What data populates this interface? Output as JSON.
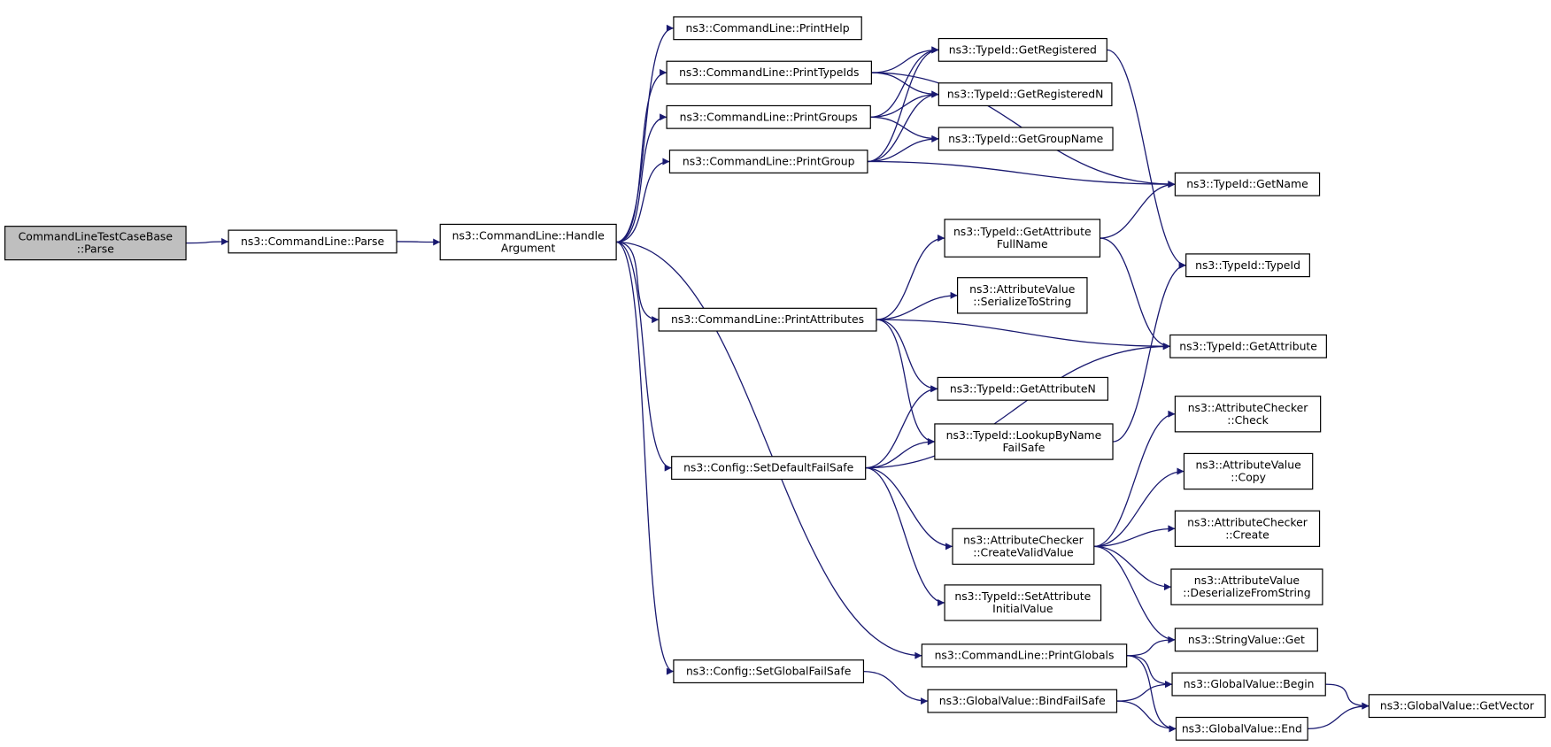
{
  "nodes": [
    {
      "id": "root",
      "lines": [
        "CommandLineTestCaseBase",
        "::Parse"
      ],
      "root": true
    },
    {
      "id": "parse",
      "lines": [
        "ns3::CommandLine::Parse"
      ]
    },
    {
      "id": "handle",
      "lines": [
        "ns3::CommandLine::Handle",
        "Argument"
      ]
    },
    {
      "id": "printhelp",
      "lines": [
        "ns3::CommandLine::PrintHelp"
      ]
    },
    {
      "id": "printtypeids",
      "lines": [
        "ns3::CommandLine::PrintTypeIds"
      ]
    },
    {
      "id": "printgroups",
      "lines": [
        "ns3::CommandLine::PrintGroups"
      ]
    },
    {
      "id": "printgroup",
      "lines": [
        "ns3::CommandLine::PrintGroup"
      ]
    },
    {
      "id": "printattributes",
      "lines": [
        "ns3::CommandLine::PrintAttributes"
      ]
    },
    {
      "id": "setdefault",
      "lines": [
        "ns3::Config::SetDefaultFailSafe"
      ]
    },
    {
      "id": "setglobal",
      "lines": [
        "ns3::Config::SetGlobalFailSafe"
      ]
    },
    {
      "id": "getregistered",
      "lines": [
        "ns3::TypeId::GetRegistered"
      ]
    },
    {
      "id": "getregisteredn",
      "lines": [
        "ns3::TypeId::GetRegisteredN"
      ]
    },
    {
      "id": "getgroupname",
      "lines": [
        "ns3::TypeId::GetGroupName"
      ]
    },
    {
      "id": "getattrfullname",
      "lines": [
        "ns3::TypeId::GetAttribute",
        "FullName"
      ]
    },
    {
      "id": "serializetostring",
      "lines": [
        "ns3::AttributeValue",
        "::SerializeToString"
      ]
    },
    {
      "id": "getattributen",
      "lines": [
        "ns3::TypeId::GetAttributeN"
      ]
    },
    {
      "id": "lookupbyname",
      "lines": [
        "ns3::TypeId::LookupByName",
        "FailSafe"
      ]
    },
    {
      "id": "createvalid",
      "lines": [
        "ns3::AttributeChecker",
        "::CreateValidValue"
      ]
    },
    {
      "id": "setattrinitial",
      "lines": [
        "ns3::TypeId::SetAttribute",
        "InitialValue"
      ]
    },
    {
      "id": "printglobals",
      "lines": [
        "ns3::CommandLine::PrintGlobals"
      ]
    },
    {
      "id": "bindfailsafe",
      "lines": [
        "ns3::GlobalValue::BindFailSafe"
      ]
    },
    {
      "id": "getname",
      "lines": [
        "ns3::TypeId::GetName"
      ]
    },
    {
      "id": "typeid",
      "lines": [
        "ns3::TypeId::TypeId"
      ]
    },
    {
      "id": "getattribute",
      "lines": [
        "ns3::TypeId::GetAttribute"
      ]
    },
    {
      "id": "checkercheck",
      "lines": [
        "ns3::AttributeChecker",
        "::Check"
      ]
    },
    {
      "id": "valuecopy",
      "lines": [
        "ns3::AttributeValue",
        "::Copy"
      ]
    },
    {
      "id": "checkercreate",
      "lines": [
        "ns3::AttributeChecker",
        "::Create"
      ]
    },
    {
      "id": "deserialize",
      "lines": [
        "ns3::AttributeValue",
        "::DeserializeFromString"
      ]
    },
    {
      "id": "stringget",
      "lines": [
        "ns3::StringValue::Get"
      ]
    },
    {
      "id": "gvbegin",
      "lines": [
        "ns3::GlobalValue::Begin"
      ]
    },
    {
      "id": "gvend",
      "lines": [
        "ns3::GlobalValue::End"
      ]
    },
    {
      "id": "getvector",
      "lines": [
        "ns3::GlobalValue::GetVector"
      ]
    }
  ],
  "edges": [
    {
      "from": "root",
      "to": "parse"
    },
    {
      "from": "parse",
      "to": "handle"
    },
    {
      "from": "handle",
      "to": "printhelp"
    },
    {
      "from": "handle",
      "to": "printtypeids"
    },
    {
      "from": "handle",
      "to": "printgroups"
    },
    {
      "from": "handle",
      "to": "printgroup"
    },
    {
      "from": "handle",
      "to": "printattributes"
    },
    {
      "from": "handle",
      "to": "setdefault"
    },
    {
      "from": "handle",
      "to": "setglobal"
    },
    {
      "from": "handle",
      "to": "printglobals"
    },
    {
      "from": "printtypeids",
      "to": "getregistered"
    },
    {
      "from": "printtypeids",
      "to": "getregisteredn"
    },
    {
      "from": "printtypeids",
      "to": "getname"
    },
    {
      "from": "printgroups",
      "to": "getregistered"
    },
    {
      "from": "printgroups",
      "to": "getregisteredn"
    },
    {
      "from": "printgroups",
      "to": "getgroupname"
    },
    {
      "from": "printgroup",
      "to": "getregistered"
    },
    {
      "from": "printgroup",
      "to": "getregisteredn"
    },
    {
      "from": "printgroup",
      "to": "getgroupname"
    },
    {
      "from": "printgroup",
      "to": "getname"
    },
    {
      "from": "getregistered",
      "to": "typeid"
    },
    {
      "from": "printattributes",
      "to": "getattrfullname"
    },
    {
      "from": "printattributes",
      "to": "serializetostring"
    },
    {
      "from": "printattributes",
      "to": "getattribute"
    },
    {
      "from": "printattributes",
      "to": "getattributen"
    },
    {
      "from": "printattributes",
      "to": "lookupbyname"
    },
    {
      "from": "getattrfullname",
      "to": "getname"
    },
    {
      "from": "getattrfullname",
      "to": "getattribute"
    },
    {
      "from": "lookupbyname",
      "to": "typeid"
    },
    {
      "from": "setdefault",
      "to": "getattributen"
    },
    {
      "from": "setdefault",
      "to": "lookupbyname"
    },
    {
      "from": "setdefault",
      "to": "getattribute"
    },
    {
      "from": "setdefault",
      "to": "createvalid"
    },
    {
      "from": "setdefault",
      "to": "setattrinitial"
    },
    {
      "from": "createvalid",
      "to": "checkercheck"
    },
    {
      "from": "createvalid",
      "to": "valuecopy"
    },
    {
      "from": "createvalid",
      "to": "checkercreate"
    },
    {
      "from": "createvalid",
      "to": "deserialize"
    },
    {
      "from": "createvalid",
      "to": "stringget"
    },
    {
      "from": "printglobals",
      "to": "stringget"
    },
    {
      "from": "printglobals",
      "to": "gvbegin"
    },
    {
      "from": "printglobals",
      "to": "gvend"
    },
    {
      "from": "setglobal",
      "to": "bindfailsafe"
    },
    {
      "from": "bindfailsafe",
      "to": "gvbegin"
    },
    {
      "from": "bindfailsafe",
      "to": "gvend"
    },
    {
      "from": "gvbegin",
      "to": "getvector"
    },
    {
      "from": "gvend",
      "to": "getvector"
    }
  ],
  "colors": {
    "edge": "#191970",
    "root_fill": "#bfbfbf",
    "node_fill": "#ffffff",
    "node_border": "#000000"
  }
}
